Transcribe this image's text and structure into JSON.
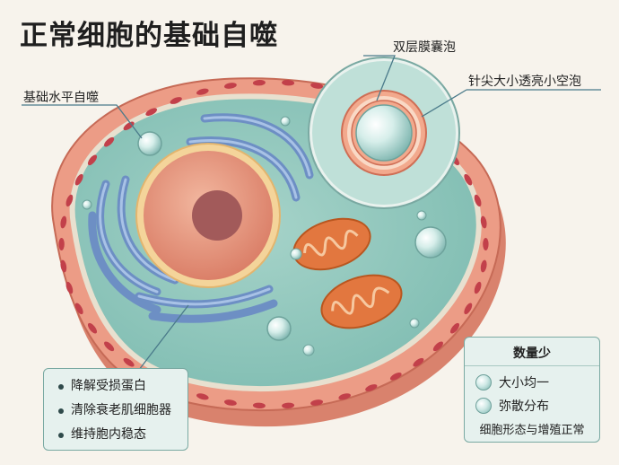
{
  "title": "正常细胞的基础自噬",
  "labels": {
    "basal": "基础水平自噬",
    "double_membrane": "双层膜囊泡",
    "pinpoint": "针尖大小透亮小空泡"
  },
  "functions": [
    "降解受损蛋白",
    "清除衰老肌细胞器",
    "维持胞内稳态"
  ],
  "features": {
    "header": "数量少",
    "items": [
      "大小均一",
      "弥散分布"
    ],
    "footer": "细胞形态与增殖正常"
  },
  "colors": {
    "background": "#f7f3ec",
    "membrane": "#e58a74",
    "cytoplasm": "#8fc7bd",
    "nucleus": "#e79b84",
    "nucleolus": "#a25a5a",
    "er": "#6f90c2",
    "mitochondria": "#e2773f",
    "box_border": "#7aa9a2"
  }
}
